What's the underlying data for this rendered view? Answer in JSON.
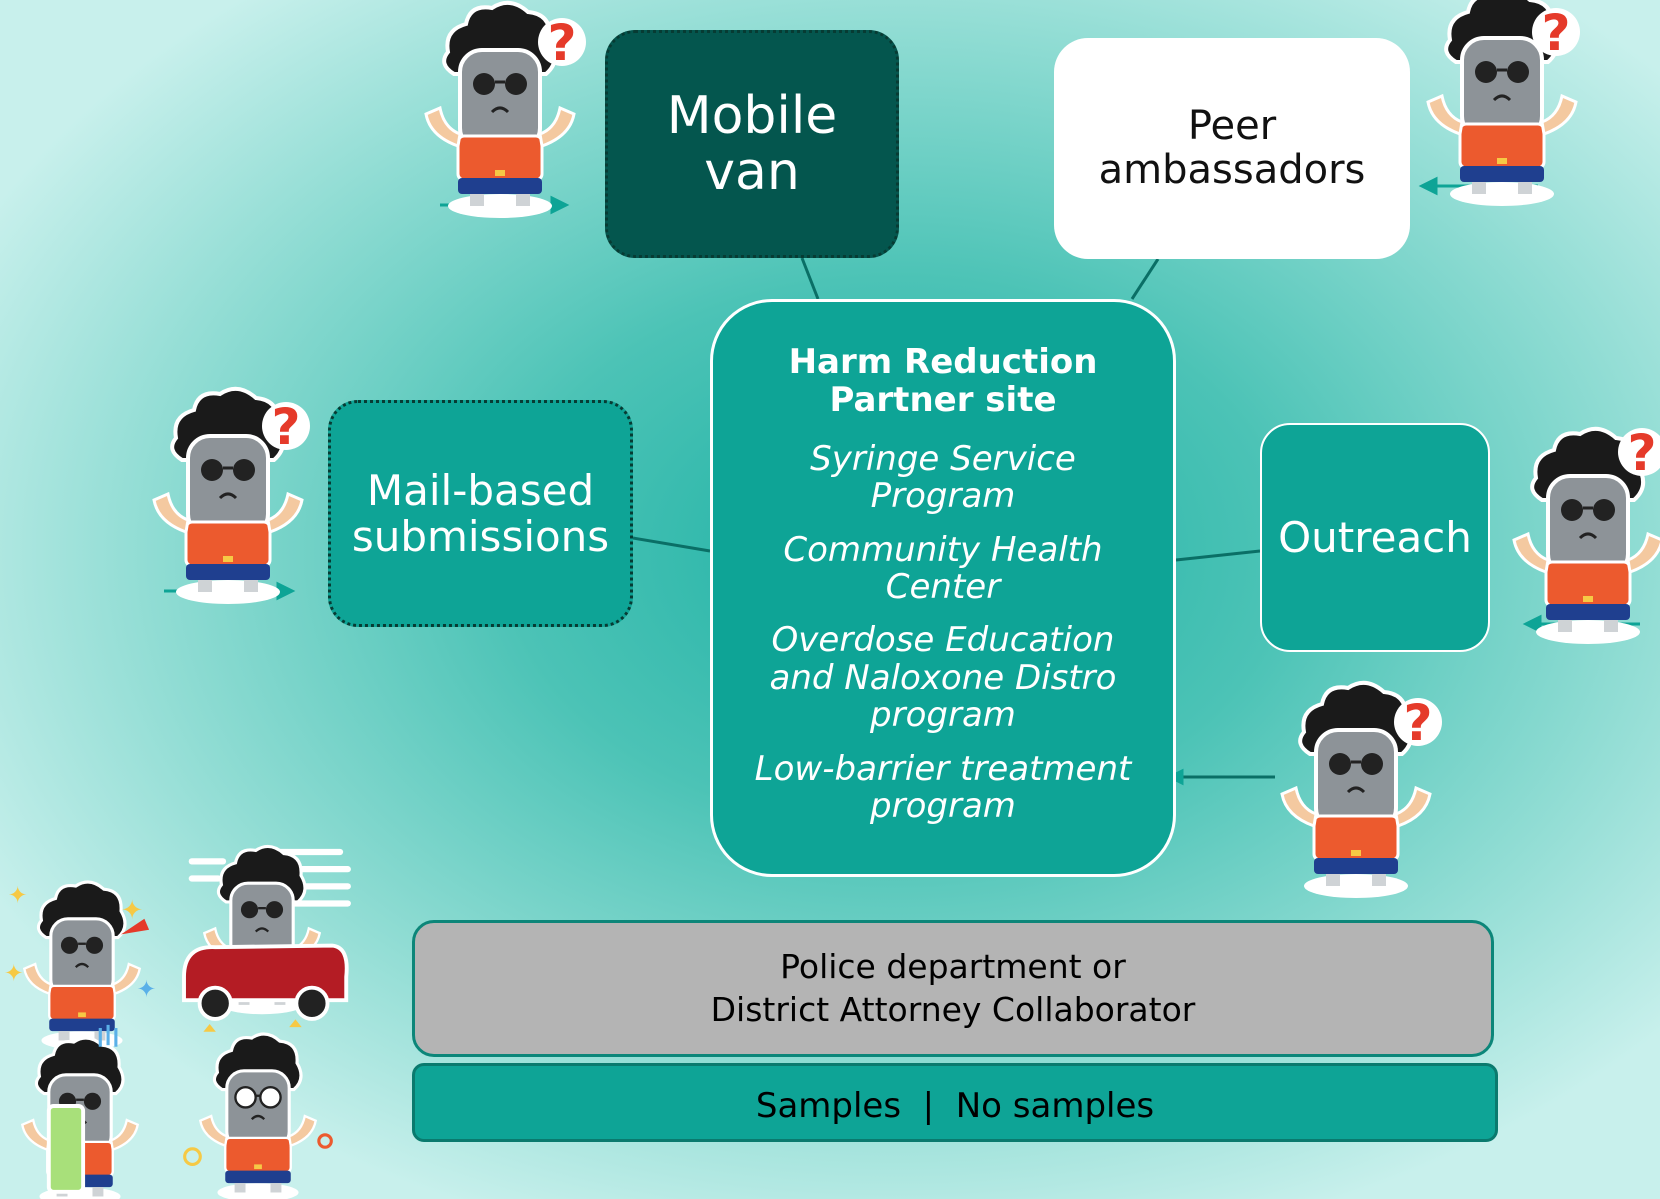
{
  "colors": {
    "background": "#4cc3b6",
    "dark_teal": "#04564e",
    "teal": "#0ea496",
    "white": "#ffffff",
    "gray": "#b4b4b4",
    "arrow": "#0ea496"
  },
  "nodes": {
    "mobile_van": {
      "line1": "Mobile",
      "line2": "van"
    },
    "peer_ambassadors": {
      "line1": "Peer",
      "line2": "ambassadors"
    },
    "mail_based": {
      "line1": "Mail-based",
      "line2": "submissions"
    },
    "outreach": {
      "label": "Outreach"
    },
    "partner_site": {
      "title_line1": "Harm Reduction",
      "title_line2": "Partner site",
      "programs": [
        {
          "line1": "Syringe Service",
          "line2": "Program"
        },
        {
          "line1": "Community Health",
          "line2": "Center"
        },
        {
          "line1": "Overdose Education",
          "line2": "and Naloxone Distro",
          "line3": "program"
        },
        {
          "line1": "Low-barrier treatment",
          "line2": "program"
        }
      ]
    }
  },
  "police": {
    "line1": "Police department or",
    "line2": "District Attorney Collaborator"
  },
  "legend": {
    "text": "Samples  |  No samples"
  },
  "icons": {
    "confused_person": "confused-person-with-question-mark",
    "question_mark": "?",
    "cheering_person": "cheering-person",
    "driving_person": "person-driving-car",
    "drinking_person": "person-drinking",
    "dizzy_person": "dizzy-person"
  }
}
